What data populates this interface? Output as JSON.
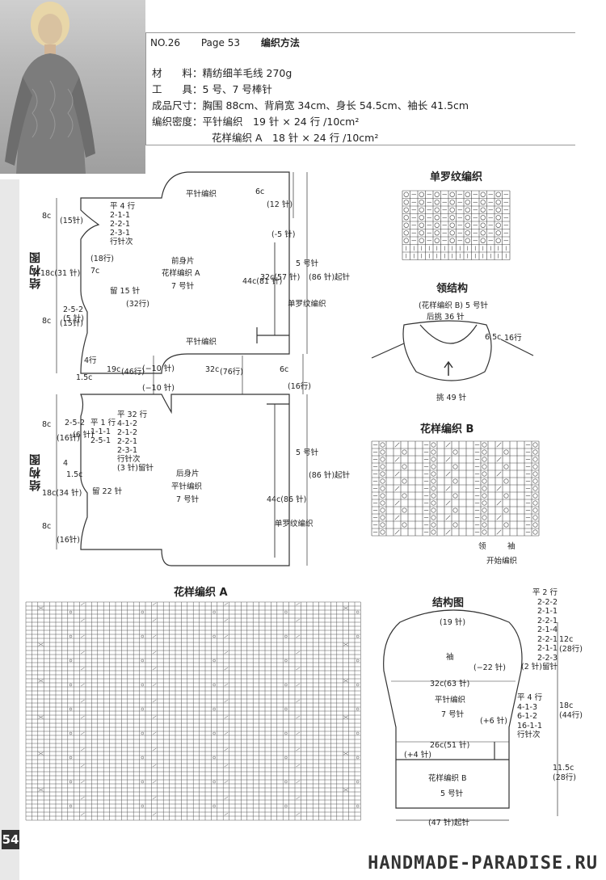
{
  "header": {
    "no": "NO.26",
    "page": "Page 53",
    "title": "编织方法"
  },
  "materials": [
    {
      "label": "材　　料：",
      "value": "精纺细羊毛线 270g"
    },
    {
      "label": "工　　具：",
      "value": "5 号、7 号棒针"
    },
    {
      "label": "成品尺寸：",
      "value": "胸围 88cm、背肩宽 34cm、身长 54.5cm、袖长 41.5cm"
    },
    {
      "label": "编织密度：",
      "value": "平针编织　19 针 × 24 行 /10cm²"
    },
    {
      "label": "",
      "value": "花样编织 A　18 针 × 24 行 /10cm²"
    }
  ],
  "front": {
    "title": "结构图",
    "name": "前身片",
    "pattern": "花样编织 A",
    "needle": "7 号针",
    "top_plain": "平针编织",
    "bottom_plain": "平针编织",
    "neck_left": "留 15 针",
    "neck_dec": [
      "平 4 行",
      "2-1-1",
      "2-2-1",
      "2-3-1",
      "行针次"
    ],
    "neck_h": "7c",
    "neck_rows": "(18行)",
    "dim_8c_top": "8c",
    "dim_15_top": "(15针)",
    "dim_18c": "18c(31 针)",
    "dim_8c_bot": "8c",
    "dim_15_bot": "(15针)",
    "armhole_dec": [
      "2-5-2",
      "(5 针)"
    ],
    "dim_32rows": "(32行)",
    "dim_44c": "44c(81 针)",
    "dim_32c": "32c(57 针)",
    "dim_5": "(-5 针)",
    "dim_6c": "6c",
    "dim_12": "(12 针)",
    "dim_rib": "单罗纹编织",
    "dim_5needle": "5 号针",
    "dim_86": "(86 针)起针"
  },
  "middle": {
    "d_1_5c": "1.5c",
    "d_4": "4行",
    "d_19c": "19c",
    "d_46": "(46行)",
    "d_10a": "(−10 针)",
    "d_10b": "(−10 针)",
    "d_32c": "32c",
    "d_76": "(76行)",
    "d_6c": "6c",
    "d_16": "(16行)"
  },
  "back": {
    "title": "结构图",
    "name": "后身片",
    "pattern": "平针编织",
    "needle": "7 号针",
    "neck_left": "留 22 针",
    "dec_left": [
      "平 1 行",
      "1-1-1",
      "2-5-1"
    ],
    "dec_right": [
      "平 32 行",
      "4-1-2",
      "2-1-2",
      "2-2-1",
      "2-3-1",
      "行针次",
      "(3 针)留针"
    ],
    "dim_8c_top": "8c",
    "dim_16_top": "(16针)",
    "dim_2_5_2": "2-5-2",
    "dim_6": "(6 针)",
    "dim_18c": "18c(34 针)",
    "dim_4": "4",
    "dim_1_5c": "1.5c",
    "dim_8c_bot": "8c",
    "dim_16_bot": "(16针)",
    "dim_44c": "44c(86 针)",
    "dim_rib": "单罗纹编织",
    "dim_5needle": "5 号针",
    "dim_86": "(86 针)起针"
  },
  "rib": {
    "title": "单罗纹编织"
  },
  "collar": {
    "title": "领结构",
    "pattern": "(花样编织 B) 5 号针",
    "pick_back": "后挑 36 针",
    "dim_6_5c": "6.5c",
    "dim_16": "16行",
    "pick_bottom": "挑 49 针"
  },
  "patternB": {
    "title": "花样编织 B",
    "label_collar": "领",
    "label_sleeve": "袖",
    "start": "开始编织"
  },
  "patternA": {
    "title": "花样编织 A"
  },
  "sleeve": {
    "title": "结构图",
    "top_rows": [
      "平 2 行",
      "2-2-2",
      "2-1-1",
      "2-2-1",
      "2-1-4",
      "2-2-1",
      "2-1-1",
      "2-2-3",
      "(2 针)留针"
    ],
    "top_count": "(19 针)",
    "name": "袖",
    "dec": "(−22 针)",
    "mid_width": "32c(63 针)",
    "pattern": "平针编织",
    "needle": "7 号针",
    "inc": "(+6 针)",
    "inc_rows": [
      "平 4 行",
      "4-1-3",
      "6-1-2",
      "16-1-1",
      "行针次"
    ],
    "dim_12c": "12c",
    "dim_28a": "(28行)",
    "dim_18c": "18c",
    "dim_44": "(44行)",
    "dim_11_5c": "11.5c",
    "dim_28b": "(28行)",
    "cuff_width": "26c(51 针)",
    "cuff_inc": "(+4 针)",
    "cuff_pattern": "花样编织 B",
    "cuff_needle": "5 号针",
    "cast_on": "(47 针)起针"
  },
  "page_number": "54",
  "watermark": "HANDMADE-PARADISE.RU"
}
